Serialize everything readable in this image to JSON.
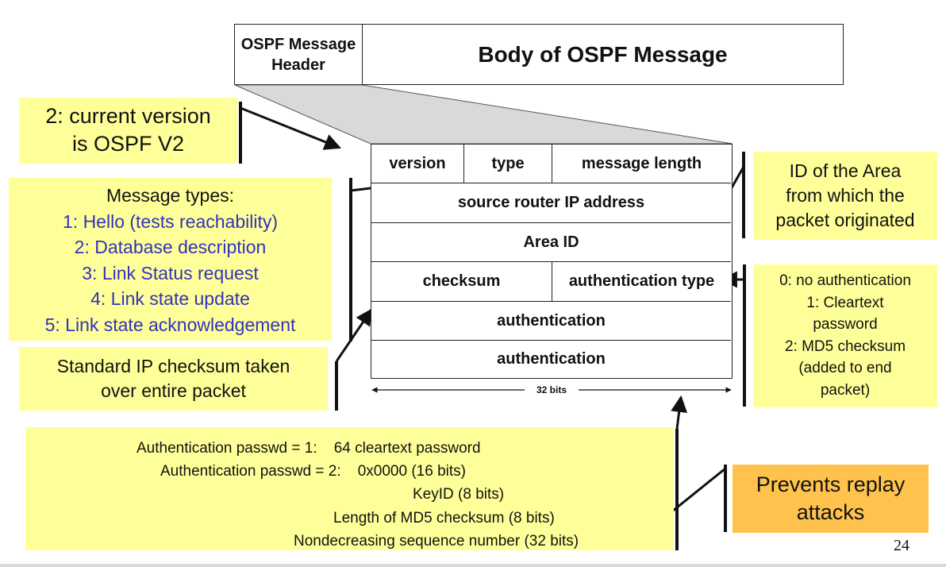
{
  "header": {
    "small_line1": "OSPF Message",
    "small_line2": "Header",
    "body": "Body of OSPF Message"
  },
  "table": {
    "row1": [
      "version",
      "type",
      "message length"
    ],
    "row2": "source router IP address",
    "row3": "Area ID",
    "row4": [
      "checksum",
      "authentication type"
    ],
    "row5": "authentication",
    "row6": "authentication",
    "width_label": "32 bits"
  },
  "notes": {
    "version": [
      "2: current version",
      "is OSPF V2"
    ],
    "types_title": "Message types:",
    "types": [
      "1: Hello (tests reachability)",
      "2: Database description",
      "3: Link Status request",
      "4: Link state update",
      "5: Link state acknowledgement"
    ],
    "checksum": [
      "Standard IP checksum taken",
      "over entire packet"
    ],
    "area": [
      "ID of the Area",
      "from which the",
      "packet originated"
    ],
    "auth_types": [
      "0: no authentication",
      "1: Cleartext",
      "password",
      "2: MD5 checksum",
      "(added to end",
      "packet)"
    ],
    "auth_detail": [
      "Authentication passwd = 1:    64 cleartext password",
      "Authentication passwd = 2:    0x0000 (16 bits)",
      "KeyID (8 bits)",
      "Length of MD5 checksum (8 bits)",
      "Nondecreasing sequence number (32 bits)"
    ],
    "replay": [
      "Prevents replay",
      "attacks"
    ]
  },
  "slide_number": "24",
  "colors": {
    "note_yellow": "#ffff99",
    "note_orange": "#ffc34d",
    "message_type_blue": "#3333bb"
  }
}
